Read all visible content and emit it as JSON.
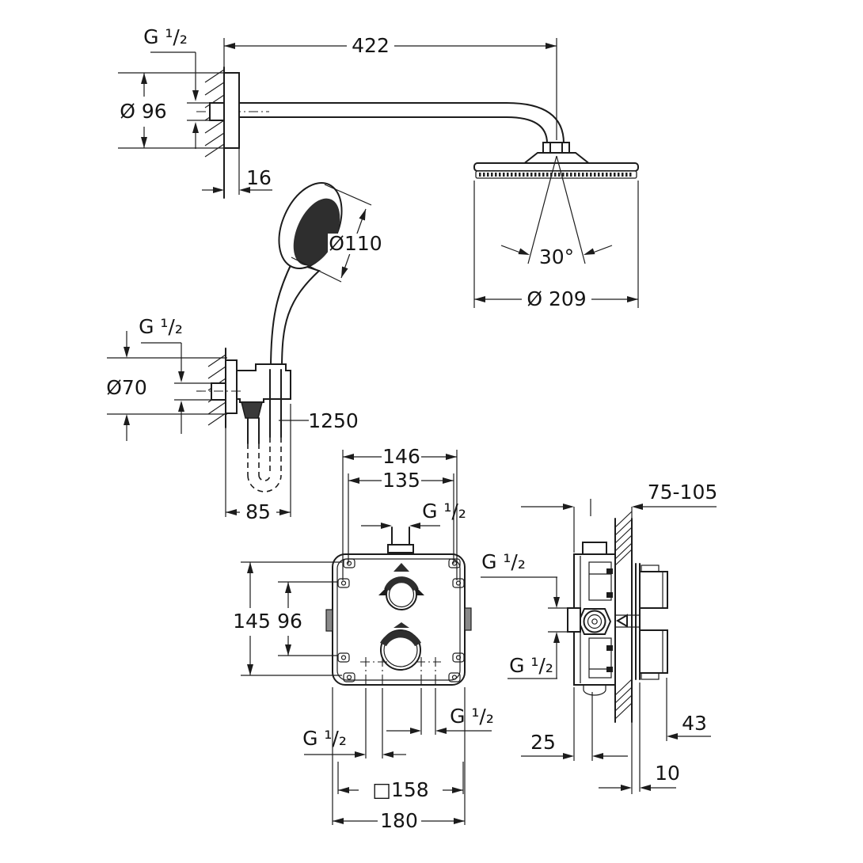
{
  "drawing": {
    "type": "technical-dimension-drawing",
    "subject": "shower-system-with-head-shower-hand-shower-and-concealed-thermostat",
    "colors": {
      "line": "#1c1c1c",
      "background": "#ffffff",
      "dark_fill": "#2e2e2e"
    },
    "dims": {
      "thread": "G ¹/₂",
      "arm_length": "422",
      "arm_flange_diameter": "Ø 96",
      "arm_flange_depth": "16",
      "handshower_diameter": "Ø110",
      "spray_angle": "30°",
      "head_diameter": "Ø 209",
      "holder_flange_diameter": "Ø70",
      "hose_length": "1250",
      "holder_projection": "85",
      "box_hole_spacing_h_outer": "146",
      "box_hole_spacing_h_inner": "135",
      "box_hole_spacing_v_outer": "145",
      "box_hole_spacing_v_inner": "96",
      "rough_opening": "□158",
      "box_width": "180",
      "installation_depth_range": "75-105",
      "handle_projection": "43",
      "box_front_depth": "25",
      "plate_distance": "10"
    }
  }
}
